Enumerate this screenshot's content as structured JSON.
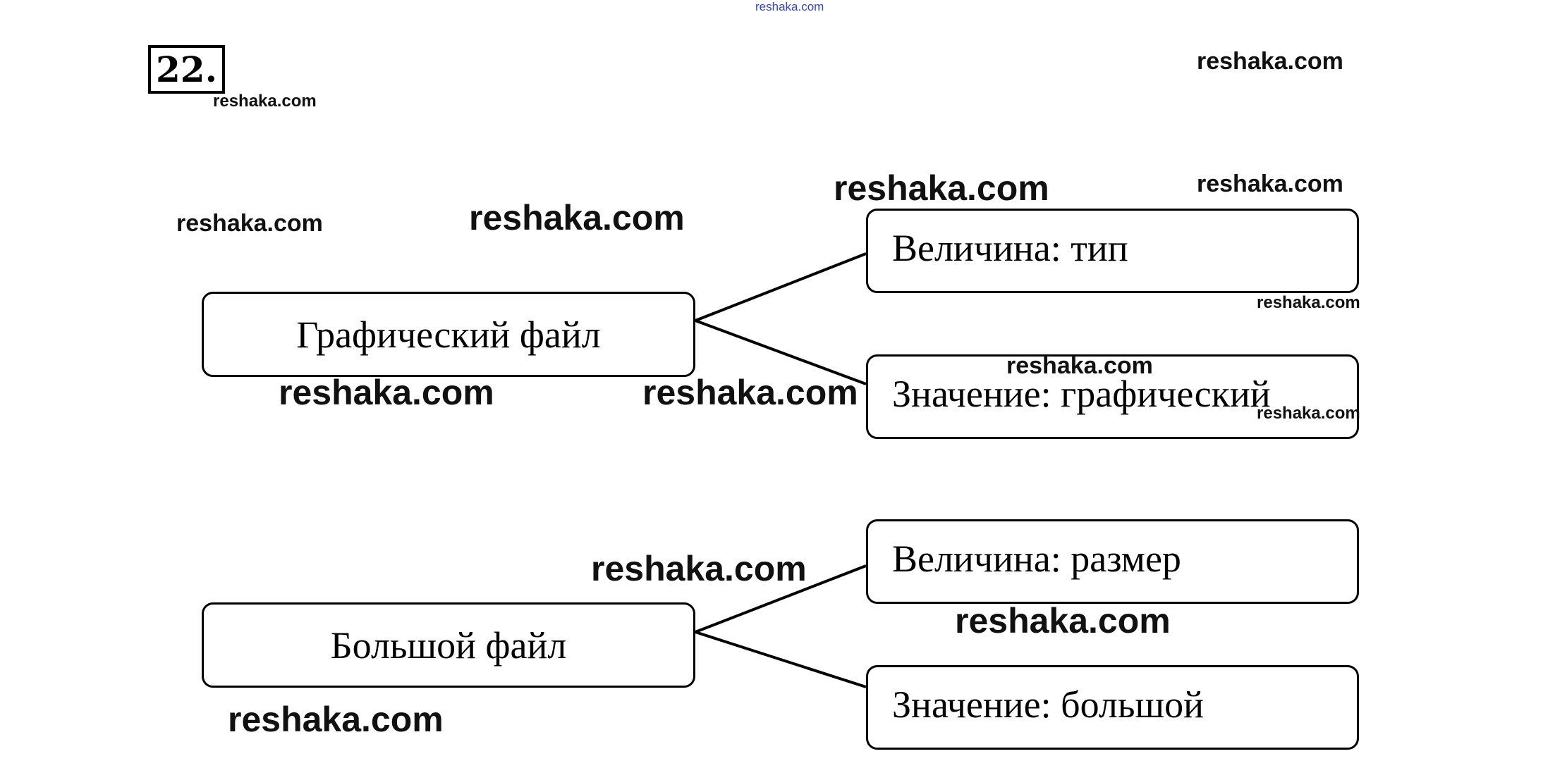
{
  "task_number": "22.",
  "watermark": "reshaka.com",
  "diagrams": [
    {
      "root": "Графический файл",
      "children": [
        "Величина: тип",
        "Значение: графический"
      ]
    },
    {
      "root": "Большой файл",
      "children": [
        "Величина: размер",
        "Значение: большой"
      ]
    }
  ]
}
